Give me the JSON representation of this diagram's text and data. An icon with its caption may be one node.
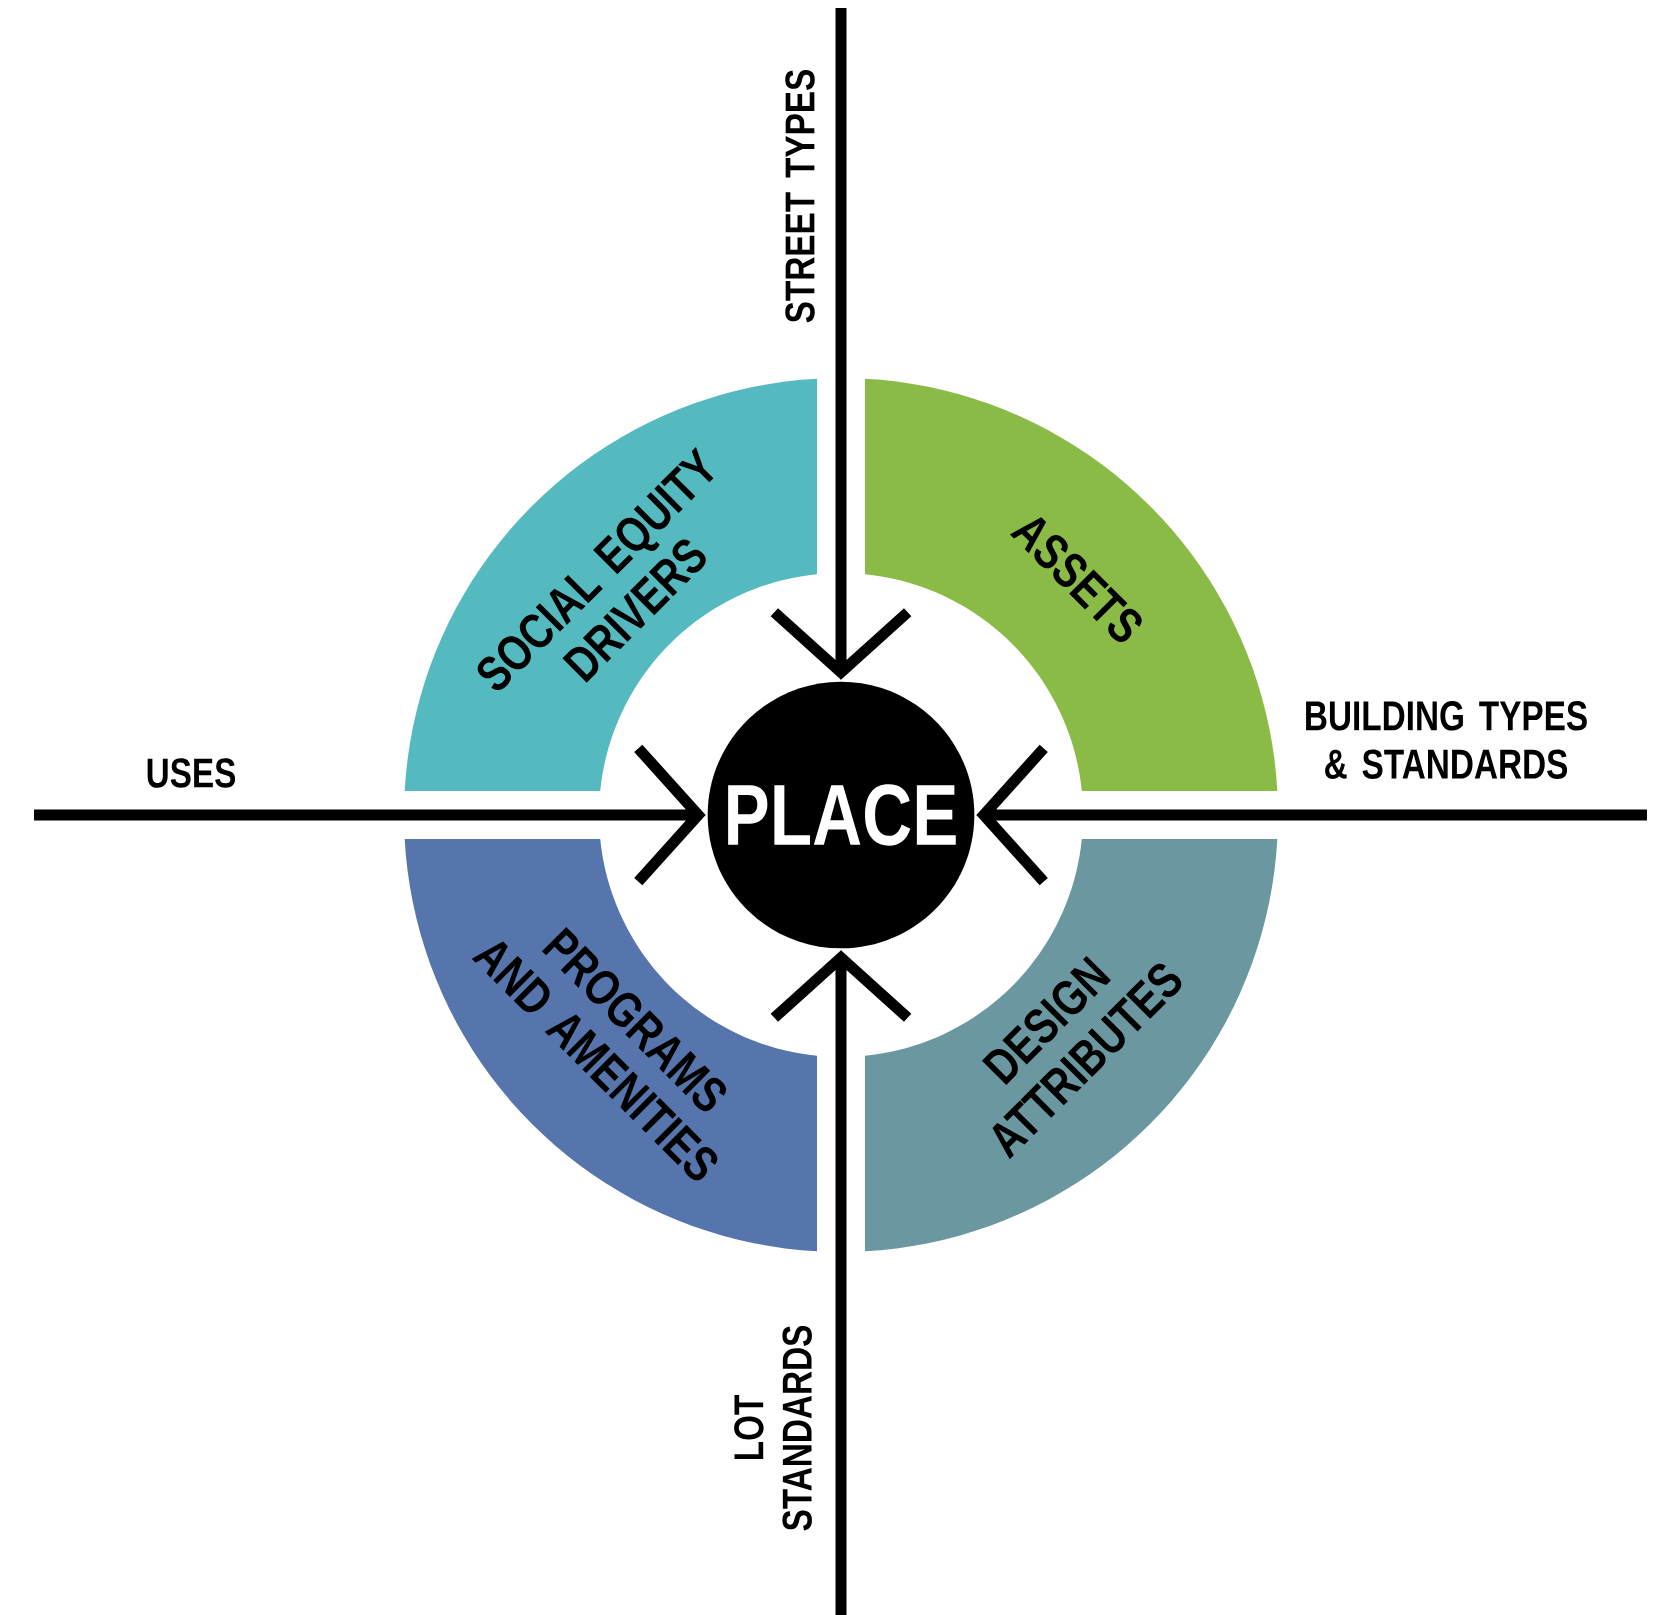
{
  "diagram": {
    "nodes": [
      {
        "text": [
          "SOCIAL EQUITY DRIVERS"
        ]
      },
      {
        "text": [
          "ASSETS"
        ]
      },
      {
        "text": [
          "PLACE"
        ]
      },
      {
        "text": [
          "PROGRAMS AND AMENITIES"
        ]
      },
      {
        "text": [
          "DESIGN ATTRIBUTES"
        ]
      }
    ],
    "edges": [
      {
        "from": null,
        "to": 2,
        "arrow": "to",
        "label": "STREET TYPES"
      },
      {
        "from": null,
        "to": 2,
        "arrow": "to",
        "label": "USES"
      },
      {
        "from": null,
        "to": 2,
        "arrow": "to",
        "label": "BUILDING TYPES & STANDARDS"
      },
      {
        "from": null,
        "to": 2,
        "arrow": "to",
        "label": "LOT STANDARDS"
      }
    ]
  }
}
